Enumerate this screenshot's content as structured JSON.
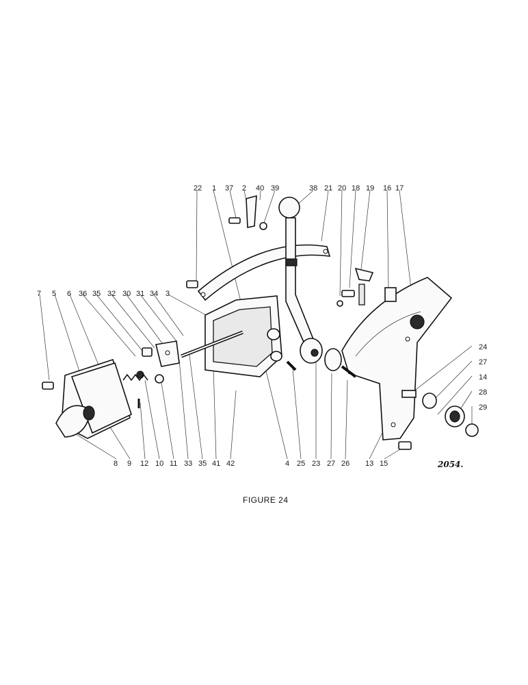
{
  "figure": {
    "caption": "FIGURE 24",
    "reference_number": "2054."
  },
  "callouts_top": [
    "22",
    "1",
    "37",
    "2",
    "40",
    "39",
    "38",
    "21",
    "20",
    "18",
    "19",
    "16",
    "17"
  ],
  "callouts_left_top": [
    "7",
    "5",
    "6",
    "36",
    "35",
    "32",
    "30",
    "31",
    "34",
    "3"
  ],
  "callouts_bottom": [
    "8",
    "9",
    "12",
    "10",
    "11",
    "33",
    "35",
    "41",
    "42",
    "4",
    "25",
    "23",
    "27",
    "26",
    "13",
    "15"
  ],
  "callouts_right": [
    "24",
    "27",
    "14",
    "28",
    "29"
  ]
}
